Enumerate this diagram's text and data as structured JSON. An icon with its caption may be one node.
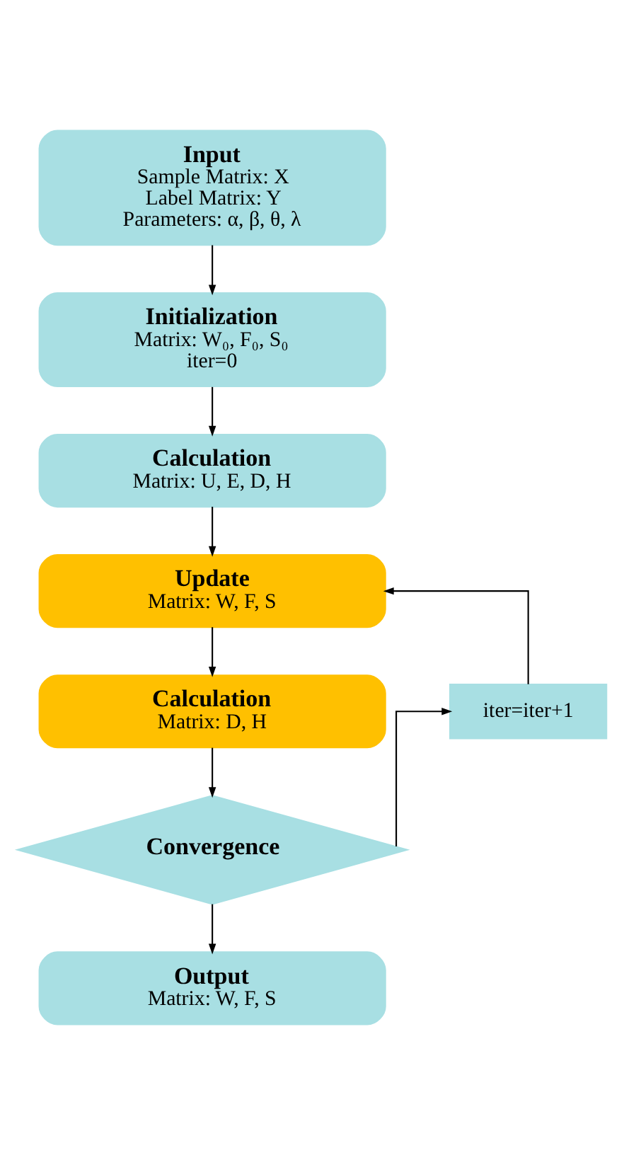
{
  "diagram": {
    "nodes": [
      {
        "text": [
          "Input",
          "Sample Matrix: X",
          "Label Matrix: Y",
          "Parameters: α, β, θ, λ"
        ]
      },
      {
        "text": [
          "Initialization",
          "Matrix: W₀, F₀, S₀",
          "iter=0"
        ]
      },
      {
        "text": [
          "Calculation",
          "Matrix: U, E, D, H"
        ]
      },
      {
        "text": [
          "Update",
          "Matrix: W, F, S"
        ]
      },
      {
        "text": [
          "Calculation",
          "Matrix: D, H"
        ]
      },
      {
        "text": [
          "Convergence"
        ]
      },
      {
        "text": [
          "Output",
          "Matrix: W, F, S"
        ]
      },
      {
        "text": [
          "iter=iter+1"
        ]
      }
    ],
    "edges": [
      {
        "from": 0,
        "to": 1,
        "arrow": "to"
      },
      {
        "from": 1,
        "to": 2,
        "arrow": "to"
      },
      {
        "from": 2,
        "to": 3,
        "arrow": "to"
      },
      {
        "from": 3,
        "to": 4,
        "arrow": "to"
      },
      {
        "from": 4,
        "to": 5,
        "arrow": "to"
      },
      {
        "from": 5,
        "to": 6,
        "arrow": "to"
      },
      {
        "from": 5,
        "to": 7,
        "arrow": "to"
      },
      {
        "from": 7,
        "to": 3,
        "arrow": "to"
      }
    ]
  }
}
